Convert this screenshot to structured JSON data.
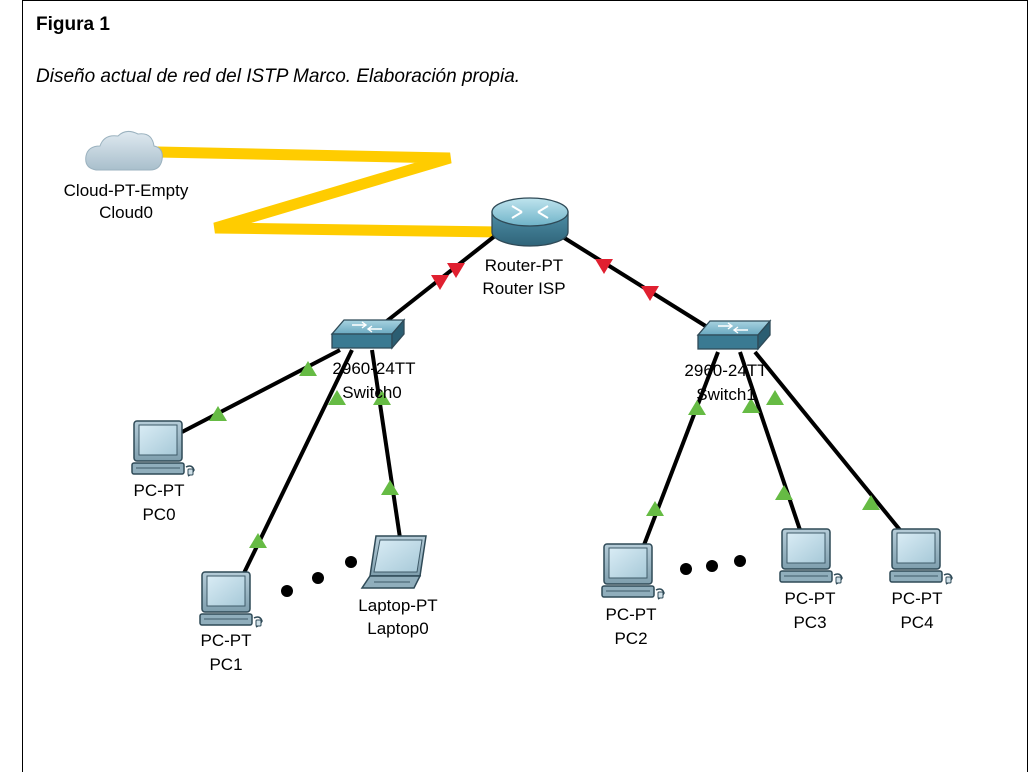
{
  "figure": {
    "title": "Figura 1",
    "caption": "Diseño actual de red del ISTP Marco. Elaboración propia."
  },
  "nodes": {
    "cloud": {
      "model": "Cloud-PT-Empty",
      "name": "Cloud0"
    },
    "router": {
      "model": "Router-PT",
      "name": "Router ISP"
    },
    "switch0": {
      "model": "2960-24TT",
      "name": "Switch0"
    },
    "switch1": {
      "model": "2960-24TT",
      "name": "Switch1"
    },
    "pc0": {
      "model": "PC-PT",
      "name": "PC0"
    },
    "pc1": {
      "model": "PC-PT",
      "name": "PC1"
    },
    "laptop0": {
      "model": "Laptop-PT",
      "name": "Laptop0"
    },
    "pc2": {
      "model": "PC-PT",
      "name": "PC2"
    },
    "pc3": {
      "model": "PC-PT",
      "name": "PC3"
    },
    "pc4": {
      "model": "PC-PT",
      "name": "PC4"
    }
  },
  "colors": {
    "serial_link": "#ffcc00",
    "link_down": "#e02030",
    "link_up": "#66bb44",
    "cable": "#000000"
  }
}
